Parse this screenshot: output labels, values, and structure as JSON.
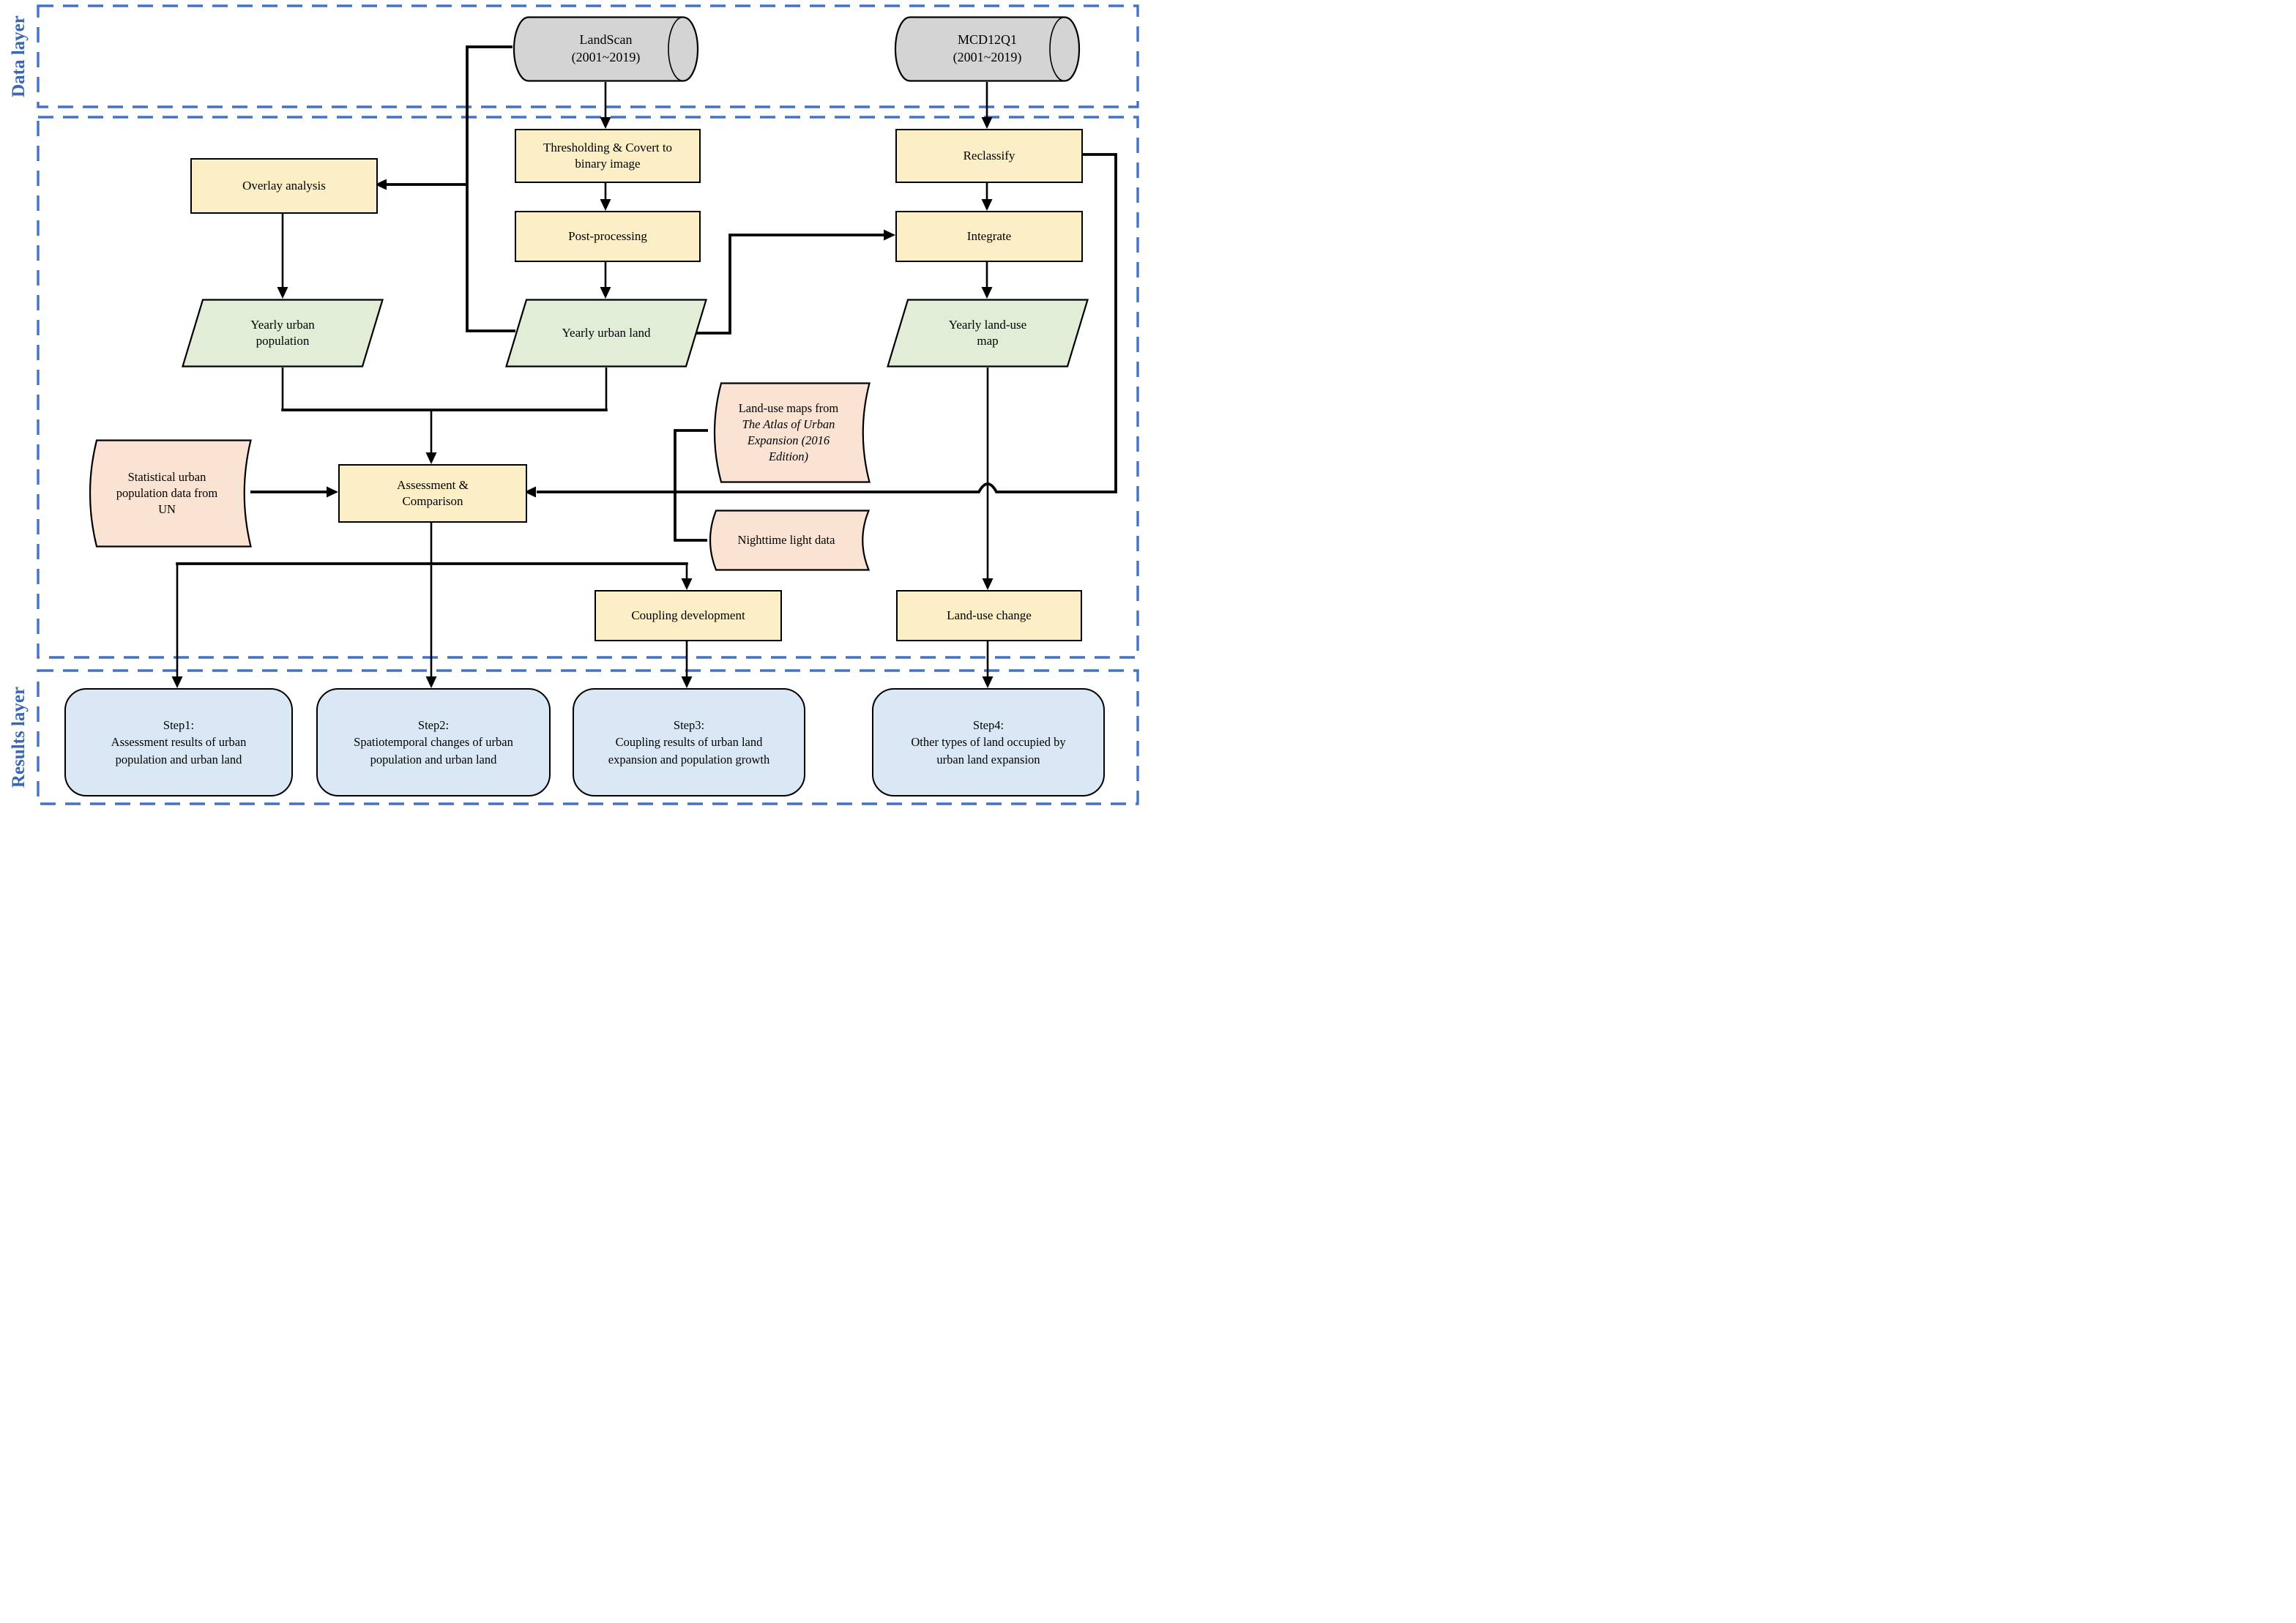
{
  "layers": {
    "data_layer_label": "Data layer",
    "results_layer_label": "Results layer"
  },
  "nodes": {
    "landscan": {
      "title": "LandScan",
      "subtitle": "(2001~2019)"
    },
    "mcd12q1": {
      "title": "MCD12Q1",
      "subtitle": "(2001~2019)"
    },
    "thresholding": {
      "label": "Thresholding & Covert to binary image"
    },
    "reclassify": {
      "label": "Reclassify"
    },
    "overlay_analysis": {
      "label": "Overlay analysis"
    },
    "post_processing": {
      "label": "Post-processing"
    },
    "integrate": {
      "label": "Integrate"
    },
    "yearly_urban_population": {
      "label": "Yearly urban population"
    },
    "yearly_urban_land": {
      "label": "Yearly urban land"
    },
    "yearly_land_use_map": {
      "label": "Yearly land-use map"
    },
    "statistical_un": {
      "label": "Statistical urban population data from UN"
    },
    "assessment": {
      "label": "Assessment & Comparison"
    },
    "atlas": {
      "prefix": "Land-use maps from ",
      "italic": "The Atlas of Urban Expansion (2016 Edition)"
    },
    "nighttime": {
      "label": "Nighttime light data"
    },
    "coupling_development": {
      "label": "Coupling development"
    },
    "land_use_change": {
      "label": "Land-use change"
    },
    "step1": {
      "title": "Step1:",
      "text": "Assessment results of urban population and urban land"
    },
    "step2": {
      "title": "Step2:",
      "text": "Spatiotemporal changes of urban population and urban land"
    },
    "step3": {
      "title": "Step3:",
      "text": "Coupling results of urban land expansion and population growth"
    },
    "step4": {
      "title": "Step4:",
      "text": "Other types of land occupied by urban land expansion"
    }
  },
  "colors": {
    "layer_border": "#4472C4",
    "layer_label": "#3A66B2",
    "process_fill": "#FCEEC5",
    "data_fill": "#E1EDD7",
    "source_fill": "#FAE3D2",
    "cylinder_fill": "#D4D4D4",
    "result_fill": "#DAE8F6",
    "line": "#000000"
  }
}
